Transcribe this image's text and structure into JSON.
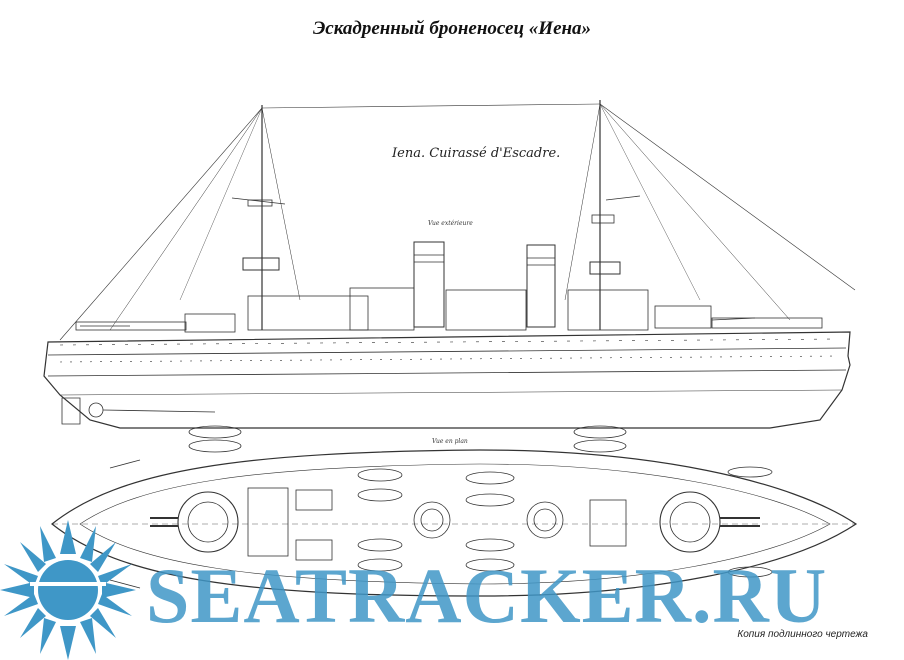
{
  "title": "Эскадренный броненосец «Иена»",
  "drawing": {
    "caption": "Iena. Cuirassé d'Escadre.",
    "note_side": "Vue extérieure",
    "note_plan": "Vue en plan"
  },
  "watermark": {
    "text": "SEATRACKER.RU",
    "color": "#3f97c7",
    "icon": "sun-burst-icon"
  },
  "footer_note": "Копия подлинного чертежа"
}
